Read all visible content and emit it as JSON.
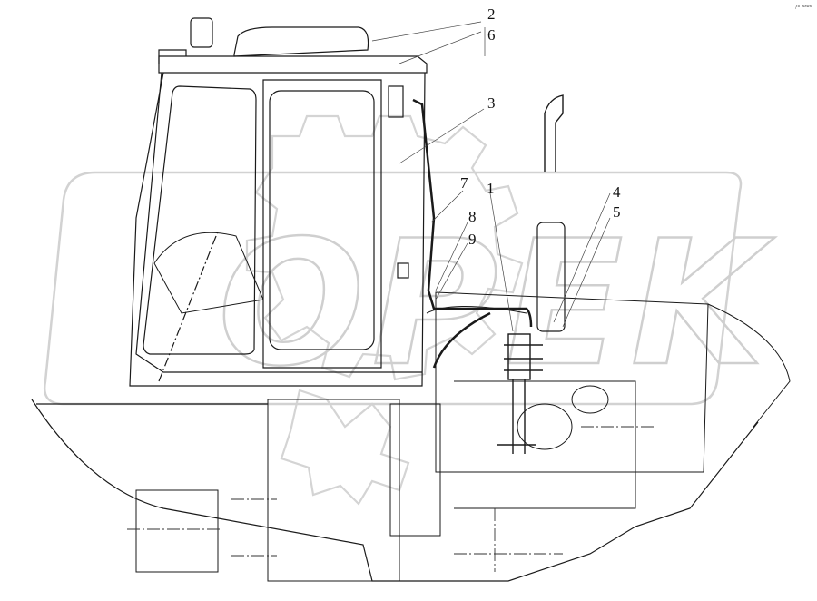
{
  "watermark": {
    "text": "OPEK",
    "color": "#d9d9d9"
  },
  "corner_mark": "ᵢᵗᵒ ʷᵃʷᵃ",
  "colors": {
    "line": "#1a1a1a",
    "thin": "#555555",
    "watermark": "#d9d9d9"
  },
  "callouts": [
    {
      "id": "2",
      "label": "2"
    },
    {
      "id": "6",
      "label": "6"
    },
    {
      "id": "3",
      "label": "3"
    },
    {
      "id": "7",
      "label": "7"
    },
    {
      "id": "1",
      "label": "1"
    },
    {
      "id": "8",
      "label": "8"
    },
    {
      "id": "9",
      "label": "9"
    },
    {
      "id": "4",
      "label": "4"
    },
    {
      "id": "5",
      "label": "5"
    }
  ]
}
